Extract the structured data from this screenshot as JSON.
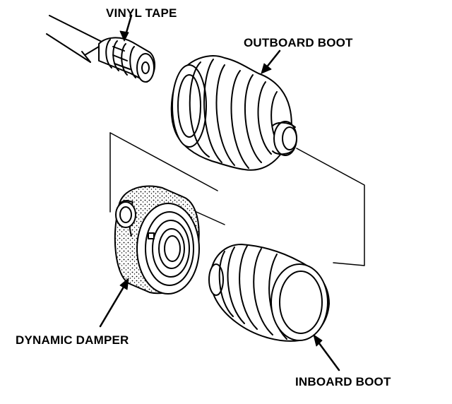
{
  "labels": {
    "vinyl_tape": "VINYL TAPE",
    "outboard_boot": "OUTBOARD BOOT",
    "dynamic_damper": "DYNAMIC DAMPER",
    "inboard_boot": "INBOARD BOOT"
  },
  "colors": {
    "ink": "#000000",
    "paper": "#ffffff"
  }
}
